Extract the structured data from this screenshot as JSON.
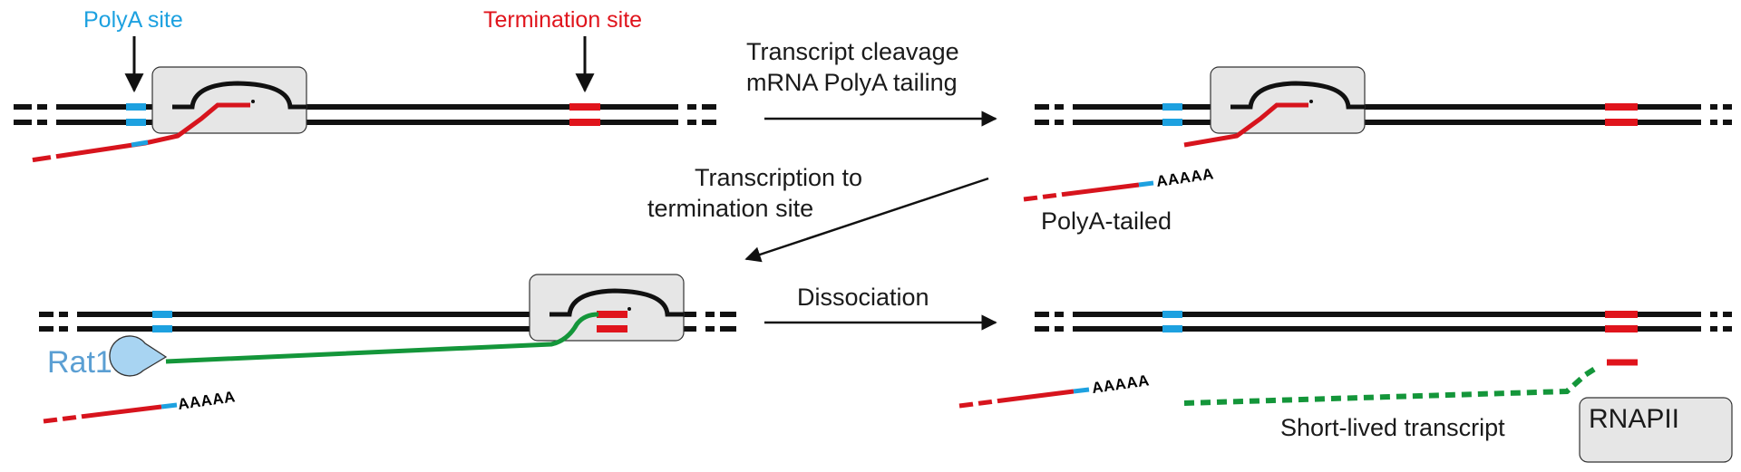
{
  "labels": {
    "polya_site": "PolyA site",
    "termination_site": "Termination site",
    "step1_line1": "Transcript cleavage",
    "step1_line2": "mRNA PolyA tailing",
    "step2_line1": "Transcription to",
    "step2_line2": "termination site",
    "step3": "Dissociation",
    "polya_tailed": "PolyA-tailed",
    "rat1": "Rat1",
    "polya_tail": "AAAAA",
    "short_lived": "Short-lived transcript",
    "rnapii": "RNAPII"
  },
  "colors": {
    "dna": "#111111",
    "polya_site": "#1da1e0",
    "termination_site": "#e0141c",
    "rna": "#d7141d",
    "rat1_rna": "#14963a",
    "rat1": "#a8d4f2",
    "rat1_label": "#5b9fd3",
    "rnapii_box": "#e6e6e6"
  }
}
